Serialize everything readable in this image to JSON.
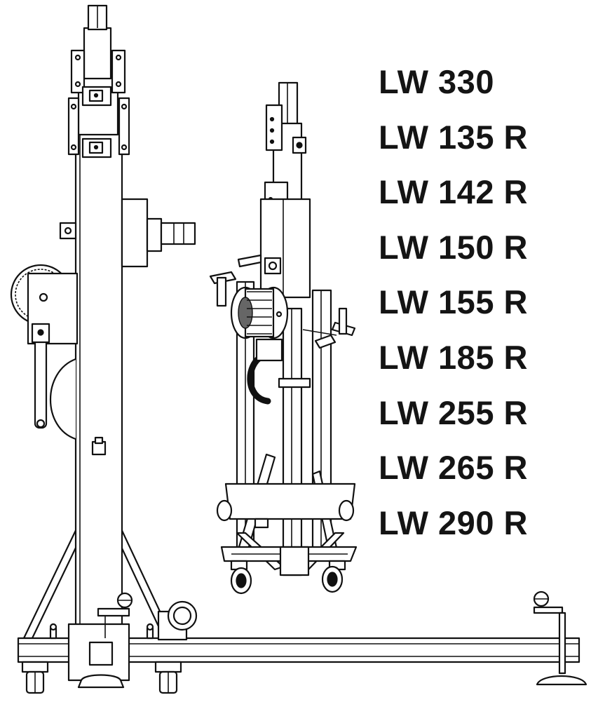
{
  "models": [
    "LW 330",
    "LW 135 R",
    "LW 142 R",
    "LW 150 R",
    "LW 155 R",
    "LW 185 R",
    "LW 255 R",
    "LW 265 R",
    "LW 290 R"
  ]
}
